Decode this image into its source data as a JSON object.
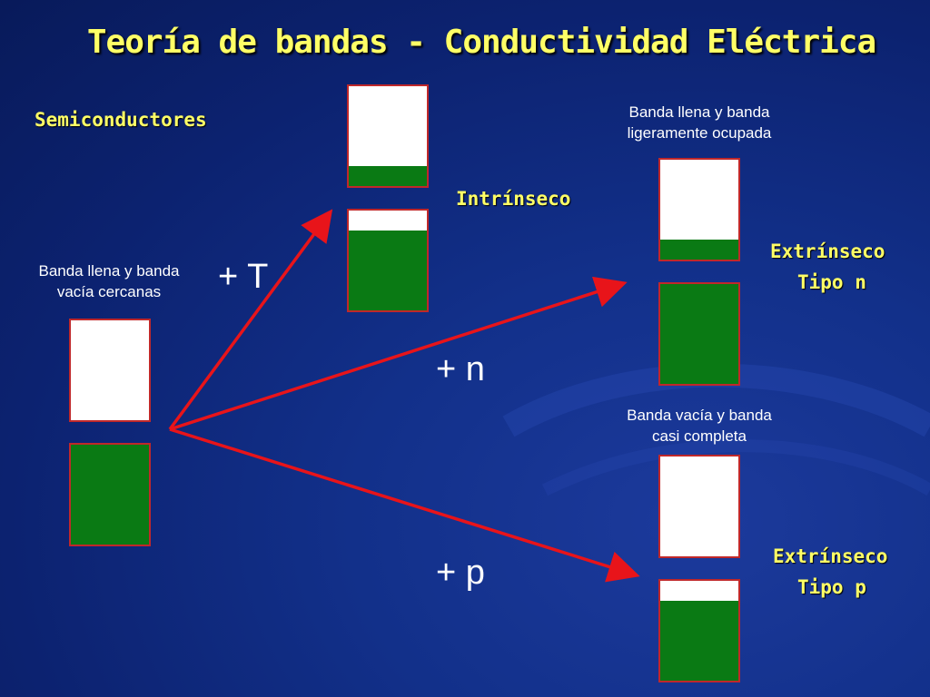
{
  "title": "Teoría de bandas - Conductividad Eléctrica",
  "labels": {
    "semiconductores": "Semiconductores",
    "intrinseco": "Intrínseco",
    "extrinseco_n_line1": "Extrínseco",
    "extrinseco_n_line2": "Tipo n",
    "extrinseco_p_line1": "Extrínseco",
    "extrinseco_p_line2": "Tipo p"
  },
  "captions": {
    "origin_line1": "Banda llena y banda",
    "origin_line2": "vacía cercanas",
    "n_type_line1": "Banda llena  y banda",
    "n_type_line2": "ligeramente ocupada",
    "p_type_line1": "Banda vacía y banda",
    "p_type_line2": "casi completa"
  },
  "arrow_labels": {
    "temperature": "+ T",
    "n_doping": "+ n",
    "p_doping": "+ p"
  },
  "bands": {
    "origin_upper_fill": 0,
    "origin_lower_fill": 1,
    "intrinsic_upper_fill": 0.2,
    "intrinsic_lower_fill": 0.8,
    "n_type_upper_fill": 0.2,
    "n_type_lower_fill": 1,
    "p_type_upper_fill": 0,
    "p_type_lower_fill": 0.8
  },
  "colors": {
    "background": "#0c2270",
    "title": "#ffff66",
    "filled_band": "#0a7a14",
    "empty_band": "#ffffff",
    "band_border": "#c0282a",
    "arrow": "#e8141a"
  }
}
